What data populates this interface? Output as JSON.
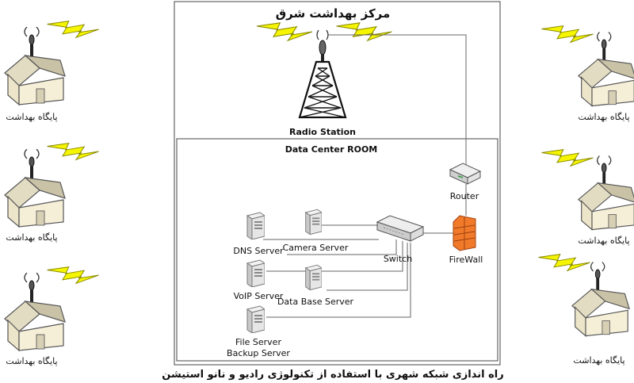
{
  "center_title": "مرکز بهداشت شرق",
  "radio_station": "Radio Station",
  "data_center": "Data Center ROOM",
  "devices": {
    "router": "Router",
    "firewall": "FireWall",
    "switch": "Switch",
    "dns": "DNS Server",
    "camera": "Camera Server",
    "voip": "VoIP Server",
    "database": "Data Base Server",
    "file_server": "File Server",
    "backup_server": "Backup Server"
  },
  "health_base_label": "پایگاه بهداشت",
  "caption": "راه اندازی شبکه شهری با استفاده از تکنولوژی رادیو و نانو استیشن",
  "colors": {
    "lightning": "#f5f500",
    "lightning_edge": "#8a8a00",
    "house_wall": "#f6efd8",
    "house_roof": "#e2dcc3",
    "firewall": "#f07a2a",
    "antenna": "#222222"
  }
}
